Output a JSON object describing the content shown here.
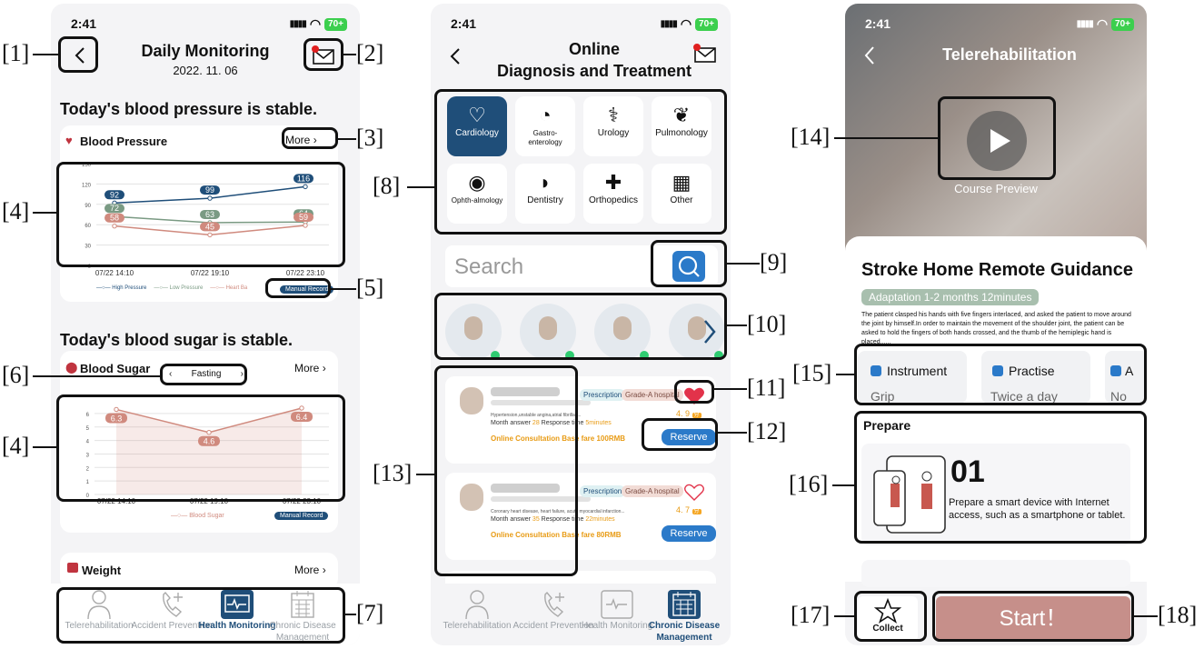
{
  "callouts": [
    "[1]",
    "[2]",
    "[3]",
    "[4]",
    "[5]",
    "[6]",
    "[4]",
    "[7]",
    "[8]",
    "[9]",
    "[10]",
    "[11]",
    "[12]",
    "[13]",
    "[14]",
    "[15]",
    "[16]",
    "[17]",
    "[18]"
  ],
  "status": {
    "time": "2:41",
    "battery": "70+"
  },
  "screen1": {
    "title": "Daily Monitoring",
    "date": "2022. 11. 06",
    "bp_heading": "Today's blood pressure is stable.",
    "bp_label": "Blood Pressure",
    "more": "More",
    "manual_record": "Manual Record",
    "bs_heading": "Today's blood sugar is stable.",
    "bs_label": "Blood Sugar",
    "fasting": "Fasting",
    "weight_label": "Weight",
    "bp_legend": [
      "High Pressure",
      "Low Pressure",
      "Heart Ba"
    ],
    "bs_legend": "Blood Sugar"
  },
  "chart_data": [
    {
      "type": "line",
      "categories": [
        "07/22 14:10",
        "07/22 19:10",
        "07/22 23:10"
      ],
      "series": [
        {
          "name": "High Pressure",
          "values": [
            92,
            99,
            116
          ],
          "color": "#1f4e79"
        },
        {
          "name": "Low Pressure",
          "values": [
            72,
            63,
            64
          ],
          "color": "#7a9a83"
        },
        {
          "name": "Heart Ba",
          "values": [
            58,
            45,
            59
          ],
          "color": "#d08a7e"
        }
      ],
      "yticks": [
        0,
        30,
        60,
        90,
        120,
        150
      ],
      "ylim": [
        0,
        150
      ]
    },
    {
      "type": "area",
      "categories": [
        "07/22 14:10",
        "07/22 19:10",
        "07/22 23:10"
      ],
      "series": [
        {
          "name": "Blood Sugar",
          "values": [
            6.3,
            4.6,
            6.4
          ],
          "color": "#d08a7e"
        }
      ],
      "yticks": [
        0,
        1,
        2,
        3,
        4,
        5,
        6
      ],
      "ylim": [
        0,
        6.6
      ]
    }
  ],
  "nav1": [
    {
      "label": "Telerehabilitation",
      "active": false
    },
    {
      "label": "Accident Prevention",
      "active": false
    },
    {
      "label": "Health Monitoring",
      "active": true
    },
    {
      "label": "Chronic Disease Management",
      "active": false
    }
  ],
  "screen2": {
    "title_line1": "Online",
    "title_line2": "Diagnosis and Treatment",
    "departments": [
      "Cardiology",
      "Gastro-enterology",
      "Urology",
      "Pulmonology",
      "Ophth-almology",
      "Dentistry",
      "Orthopedics",
      "Other"
    ],
    "search_placeholder": "Search",
    "doctors": [
      {
        "rating": "4. 9",
        "desc": "Hypertension,unstable angina,atrial fibrillati...",
        "month_answer": "Month answer",
        "answer_num": "28",
        "resp": "Response time",
        "resp_num": "5",
        "resp_unit": "minutes",
        "fare": "Online Consultation Base fare 100RMB",
        "liked": true
      },
      {
        "rating": "4. 7",
        "desc": "Coronary heart disease, heart failure, acute myocardial infarction...",
        "month_answer": "Month answer",
        "answer_num": "35",
        "resp": "Response time",
        "resp_num": "22",
        "resp_unit": "minutes",
        "fare": "Online Consultation Base fare 80RMB",
        "liked": false
      }
    ],
    "tag_prescription": "Prescription",
    "tag_grade": "Grade-A hospital",
    "reserve": "Reserve",
    "badge": "分"
  },
  "nav2": [
    {
      "label": "Telerehabilitation",
      "active": false
    },
    {
      "label": "Accident Prevention",
      "active": false
    },
    {
      "label": "Health Monitoring",
      "active": false
    },
    {
      "label": "Chronic Disease Management",
      "active": true
    }
  ],
  "screen3": {
    "title": "Telerehabilitation",
    "preview": "Course Preview",
    "course_title": "Stroke Home Remote Guidance",
    "adaptation": "Adaptation 1-2 months 12minutes",
    "description": "The patient clasped his hands with five fingers interlaced, and asked the patient to move around the joint by himself.In order to maintain the movement of the shoulder joint, the patient can be asked to hold the fingers of both hands crossed, and the thumb of the hemiplegic hand is placed......",
    "info": [
      {
        "label": "Instrument",
        "value": "Grip"
      },
      {
        "label": "Practise",
        "value": "Twice a day"
      },
      {
        "label": "A",
        "value": "No"
      }
    ],
    "prepare": "Prepare",
    "step_num": "01",
    "step_text": "Prepare a smart device with Internet access, such as a smartphone or tablet.",
    "collect": "Collect",
    "start": "Start！"
  }
}
